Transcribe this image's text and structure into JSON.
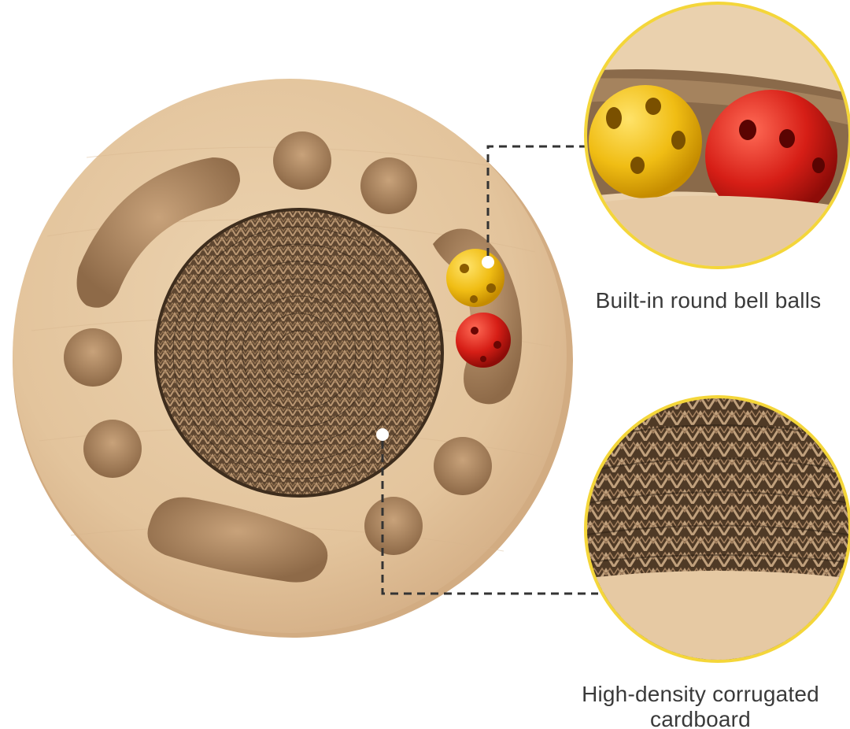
{
  "callouts": [
    {
      "label": "Built-in round bell balls"
    },
    {
      "label_line1": "High-density corrugated",
      "label_line2": "cardboard"
    }
  ],
  "colors": {
    "wood": "#e6c9a3",
    "wood_dark": "#c9a57c",
    "cardboard": "#6b5238",
    "cardboard_light": "#b89672",
    "ball_yellow": "#f2c21b",
    "ball_red": "#d8201a",
    "zoom_ring": "#f4d63a",
    "dashed_line": "#333333"
  },
  "icons": [
    "wood-scratcher-board",
    "yellow-bell-ball",
    "red-bell-ball",
    "corrugated-cardboard-disc"
  ]
}
